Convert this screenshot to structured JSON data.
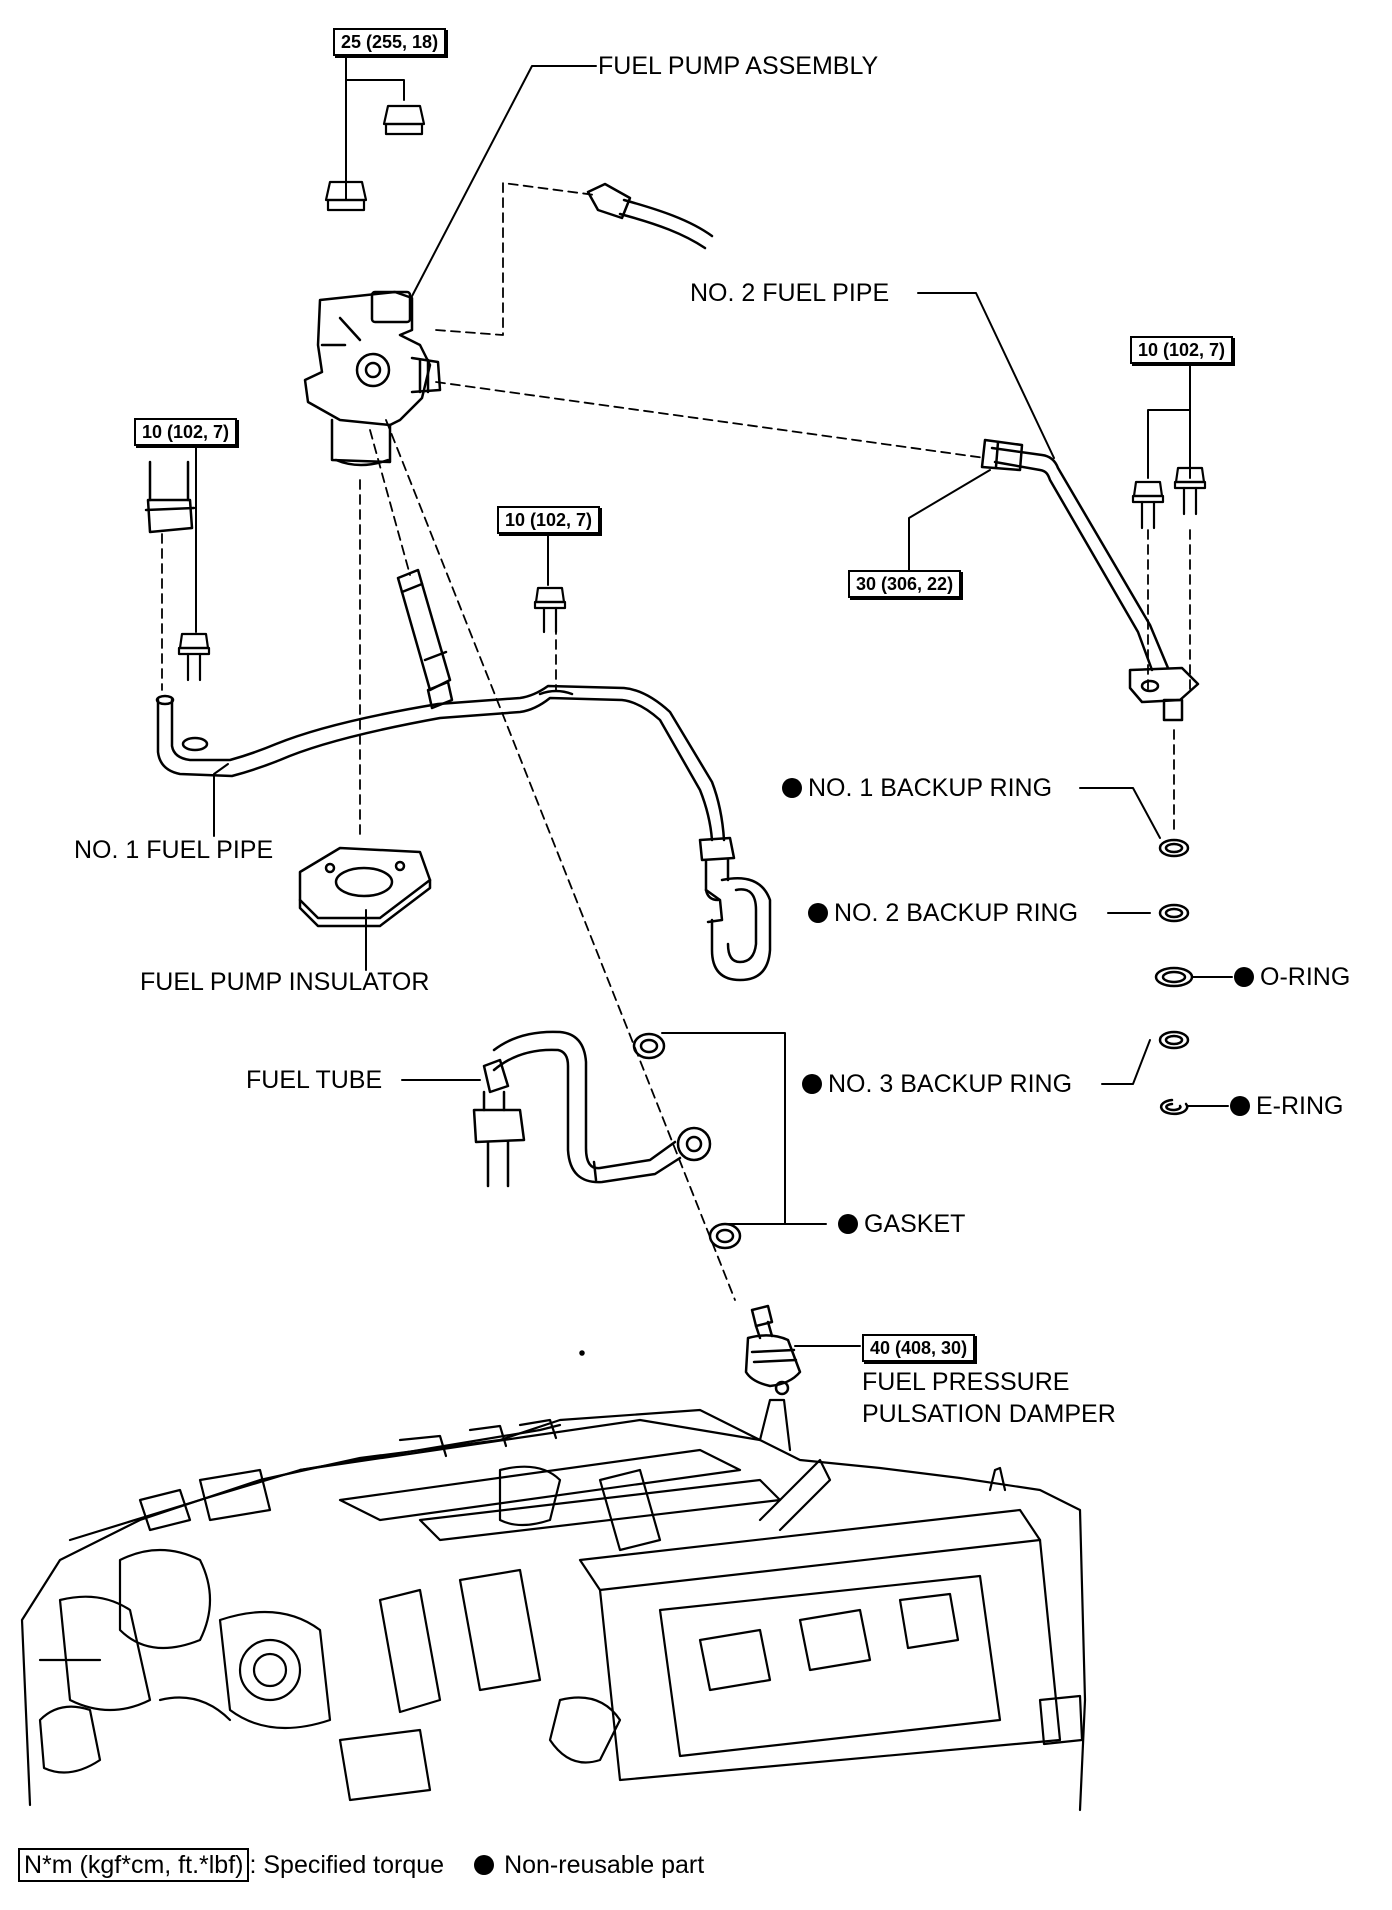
{
  "torque_specs": {
    "pump_nuts": "25 (255, 18)",
    "no1_pipe_clamp_bolt": "10 (102, 7)",
    "center_clamp_bolt": "10 (102, 7)",
    "no2_pipe_bolts": "10 (102, 7)",
    "no2_pipe_union_nut": "30 (306, 22)",
    "damper": "40 (408, 30)"
  },
  "labels": {
    "fuel_pump_assembly": "FUEL PUMP ASSEMBLY",
    "no2_fuel_pipe": "NO. 2 FUEL PIPE",
    "no1_fuel_pipe": "NO. 1 FUEL PIPE",
    "fuel_pump_insulator": "FUEL PUMP INSULATOR",
    "fuel_tube": "FUEL TUBE",
    "no1_backup_ring": "NO. 1 BACKUP RING",
    "no2_backup_ring": "NO. 2 BACKUP RING",
    "o_ring": "O-RING",
    "no3_backup_ring": "NO. 3 BACKUP RING",
    "e_ring": "E-RING",
    "gasket": "GASKET",
    "damper_line1": "FUEL PRESSURE",
    "damper_line2": "PULSATION DAMPER"
  },
  "legend": {
    "torque_unit": "N*m (kgf*cm, ft.*lbf)",
    "torque_text": ": Specified torque",
    "non_reusable_text": "Non-reusable part"
  }
}
